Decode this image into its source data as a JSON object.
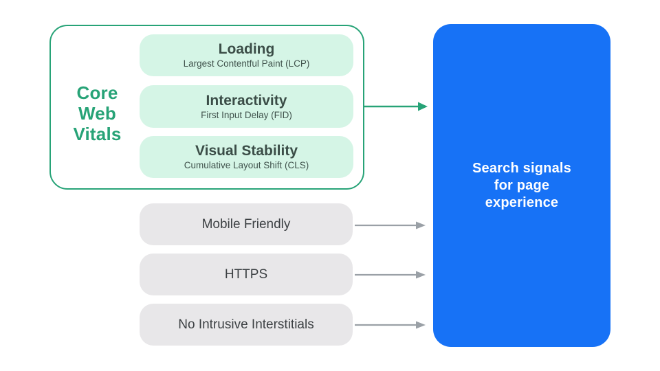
{
  "cwv": {
    "label": "Core Web Vitals",
    "items": [
      {
        "title": "Loading",
        "subtitle": "Largest Contentful Paint (LCP)"
      },
      {
        "title": "Interactivity",
        "subtitle": "First Input Delay (FID)"
      },
      {
        "title": "Visual Stability",
        "subtitle": "Cumulative Layout Shift (CLS)"
      }
    ]
  },
  "other_signals": {
    "items": [
      {
        "label": "Mobile Friendly"
      },
      {
        "label": "HTTPS"
      },
      {
        "label": "No Intrusive Interstitials"
      }
    ]
  },
  "result": {
    "label": "Search signals for page experience"
  },
  "icons": {
    "cwv_arrow": "green-right-arrow",
    "signal_arrow": "gray-right-arrow"
  },
  "colors": {
    "green": "#27a377",
    "green_light": "#d5f5e6",
    "blue": "#1772f6",
    "gray_fill": "#e8e7e9",
    "gray_arrow": "#9aa0a6",
    "dark_text": "#3c4043",
    "pill_title_text": "#3b4d47",
    "white": "#ffffff"
  }
}
